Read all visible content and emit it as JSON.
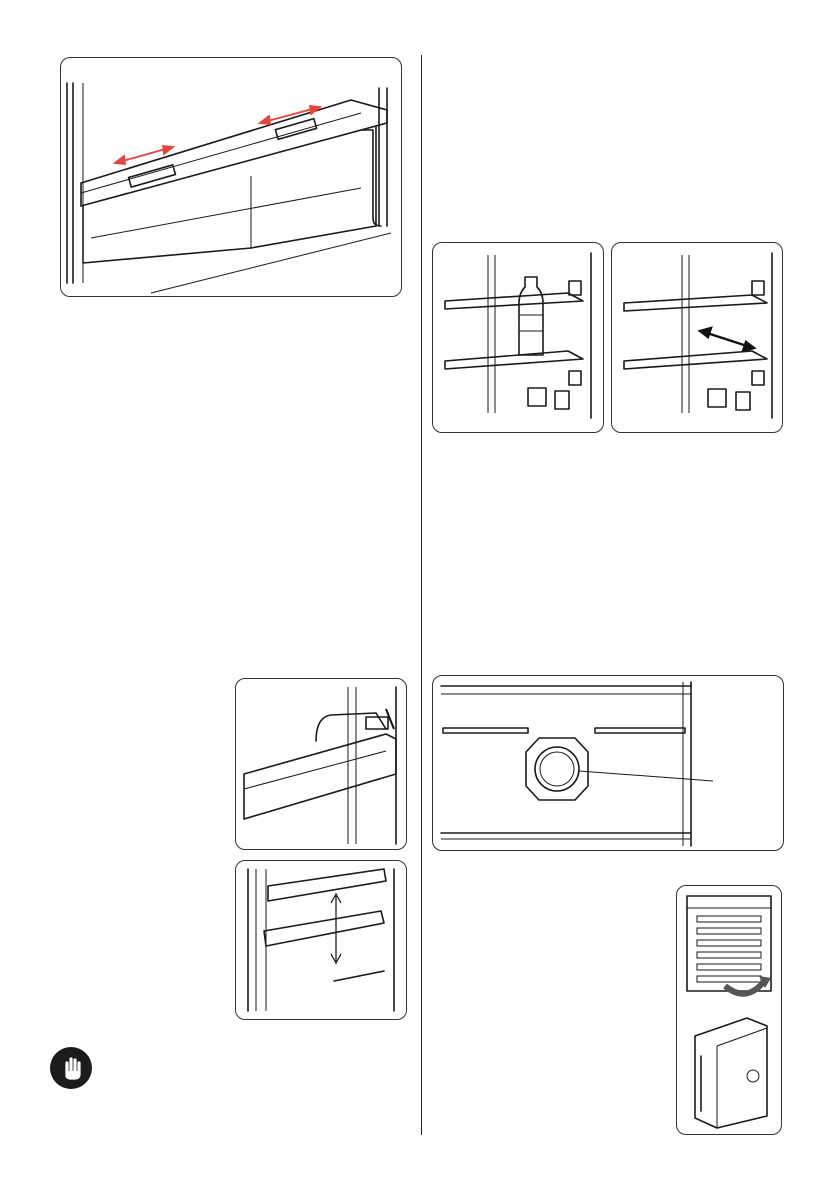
{
  "illustrations": {
    "crisper_slider": "crisper-cover-sliding-vents",
    "shelf_with_bottle": "glass-shelf-with-bottle",
    "shelf_adjust": "glass-shelf-moving",
    "fan_cover": "fan-cover-with-round-grille",
    "door_rack_removal": "door-rack-removal",
    "door_rack_height": "door-rack-height-adjust",
    "filter_holder": "odour-filter-holder-and-cover"
  },
  "icons": {
    "warning": "hand-stop-icon"
  },
  "colors": {
    "arrow_red": "#e8443a",
    "line": "#1a1a1a"
  }
}
